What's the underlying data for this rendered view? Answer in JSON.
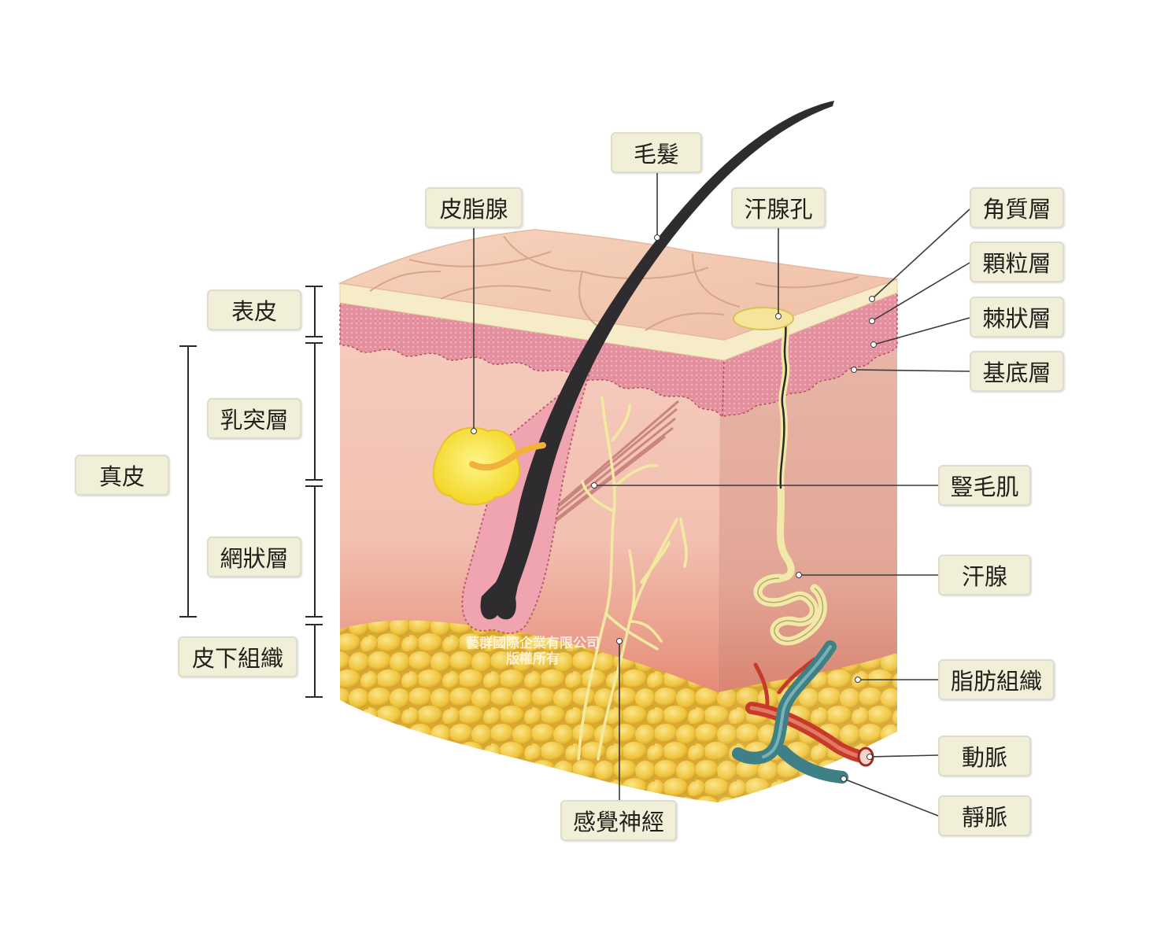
{
  "labels": {
    "hair": "毛髮",
    "sebaceous_gland": "皮脂腺",
    "sweat_pore": "汗腺孔",
    "stratum_corneum": "角質層",
    "stratum_granulosum": "顆粒層",
    "stratum_spinosum": "棘狀層",
    "stratum_basale": "基底層",
    "epidermis": "表皮",
    "papillary_layer": "乳突層",
    "dermis": "真皮",
    "reticular_layer": "網狀層",
    "subcutaneous_tissue": "皮下組織",
    "arrector_pili": "豎毛肌",
    "sweat_gland": "汗腺",
    "adipose_tissue": "脂肪組織",
    "artery": "動脈",
    "vein": "靜脈",
    "sensory_nerve": "感覺神經"
  },
  "watermark": {
    "line1": "藝群國際企業有限公司",
    "line2": "版權所有"
  },
  "colors": {
    "label_fill": "#f1efd8",
    "skin_surface": "#f3c7ae",
    "epidermis_pink": "#dd8b9b",
    "dermis": "#f3c7bb",
    "fat": "#f0c840",
    "hair": "#2e2c2e",
    "gland_yellow": "#f5e33a",
    "artery_red": "#c63a2c",
    "vein_teal": "#3f7f86",
    "leader_line": "#3a3a3a"
  }
}
